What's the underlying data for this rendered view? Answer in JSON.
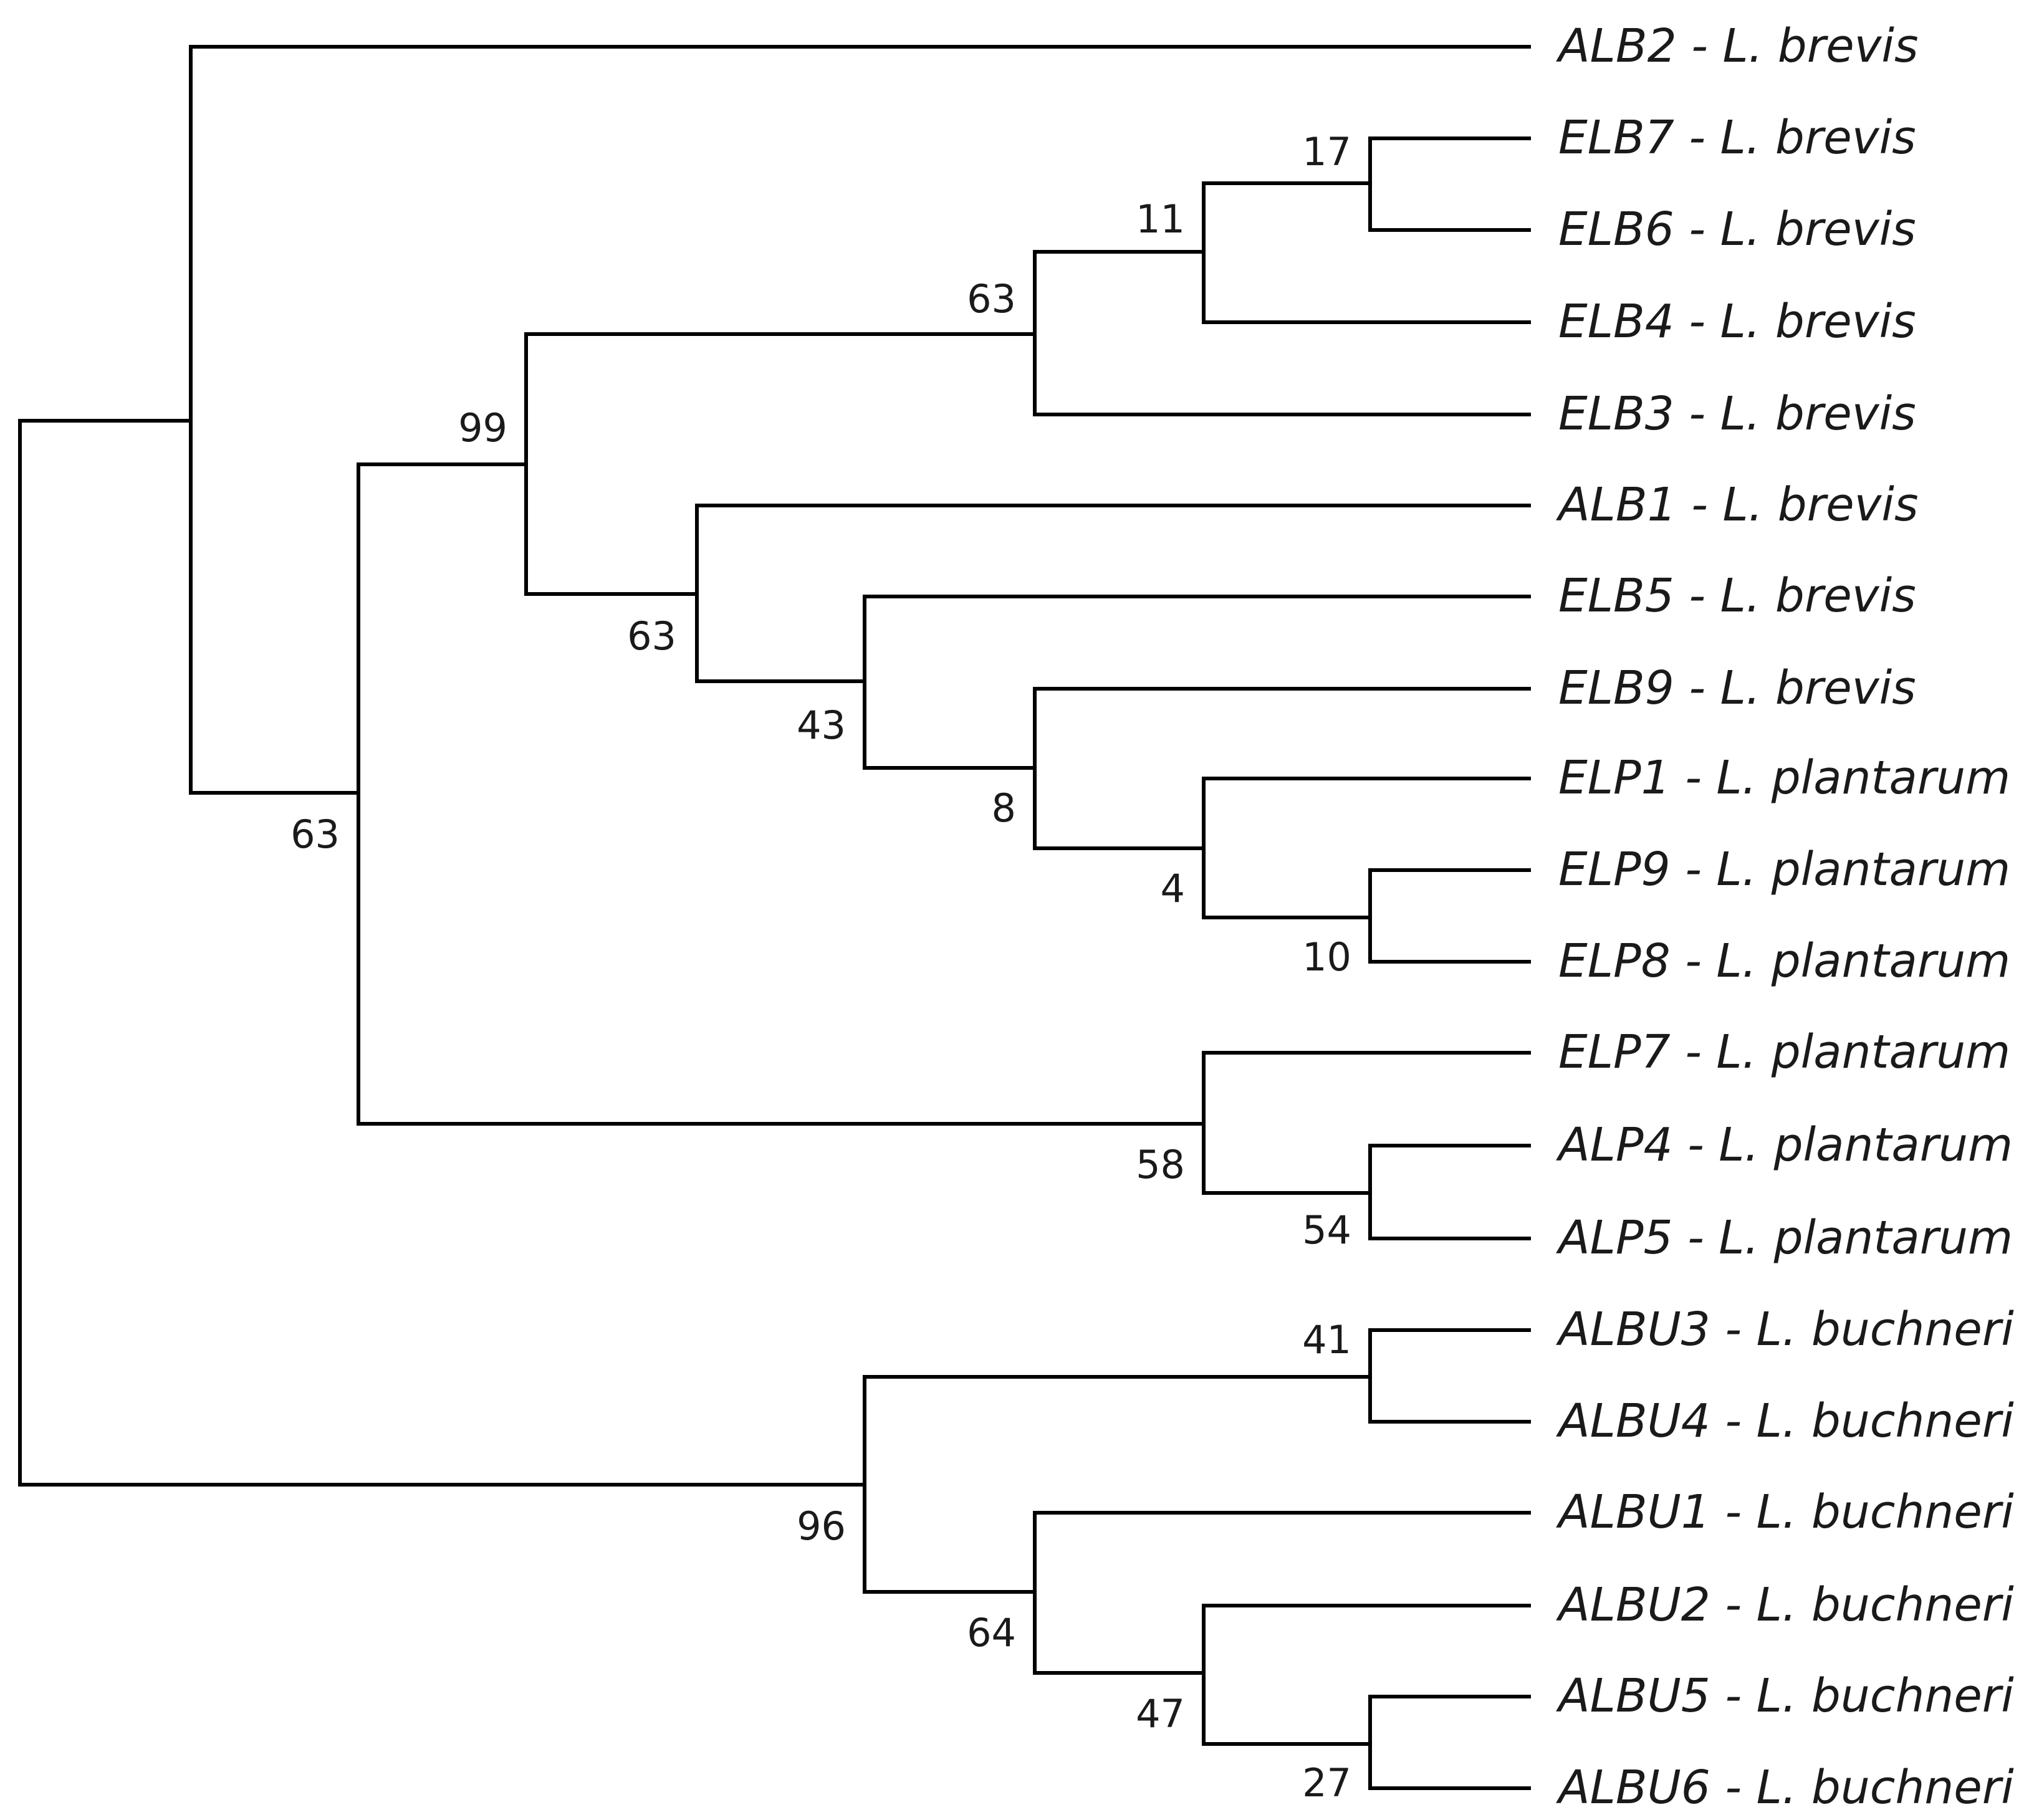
{
  "tree": {
    "type": "phylogenetic-tree",
    "leaves": [
      "ALB2 - L. brevis",
      "ELB7 - L. brevis",
      "ELB6 - L. brevis",
      "ELB4 - L. brevis",
      "ELB3 - L. brevis",
      "ALB1 - L. brevis",
      "ELB5 - L. brevis",
      "ELB9 - L. brevis",
      "ELP1 - L. plantarum",
      "ELP9 - L. plantarum",
      "ELP8 - L. plantarum",
      "ELP7 - L. plantarum",
      "ALP4 - L. plantarum",
      "ALP5 - L. plantarum",
      "ALBU3 - L. buchneri",
      "ALBU4 - L. buchneri",
      "ALBU1 - L. buchneri",
      "ALBU2 - L. buchneri",
      "ALBU5 - L. buchneri",
      "ALBU6 - L. buchneri"
    ],
    "support_values": [
      "17",
      "11",
      "63",
      "99",
      "63",
      "43",
      "8",
      "4",
      "10",
      "63",
      "58",
      "54",
      "41",
      "96",
      "64",
      "47",
      "27"
    ]
  }
}
